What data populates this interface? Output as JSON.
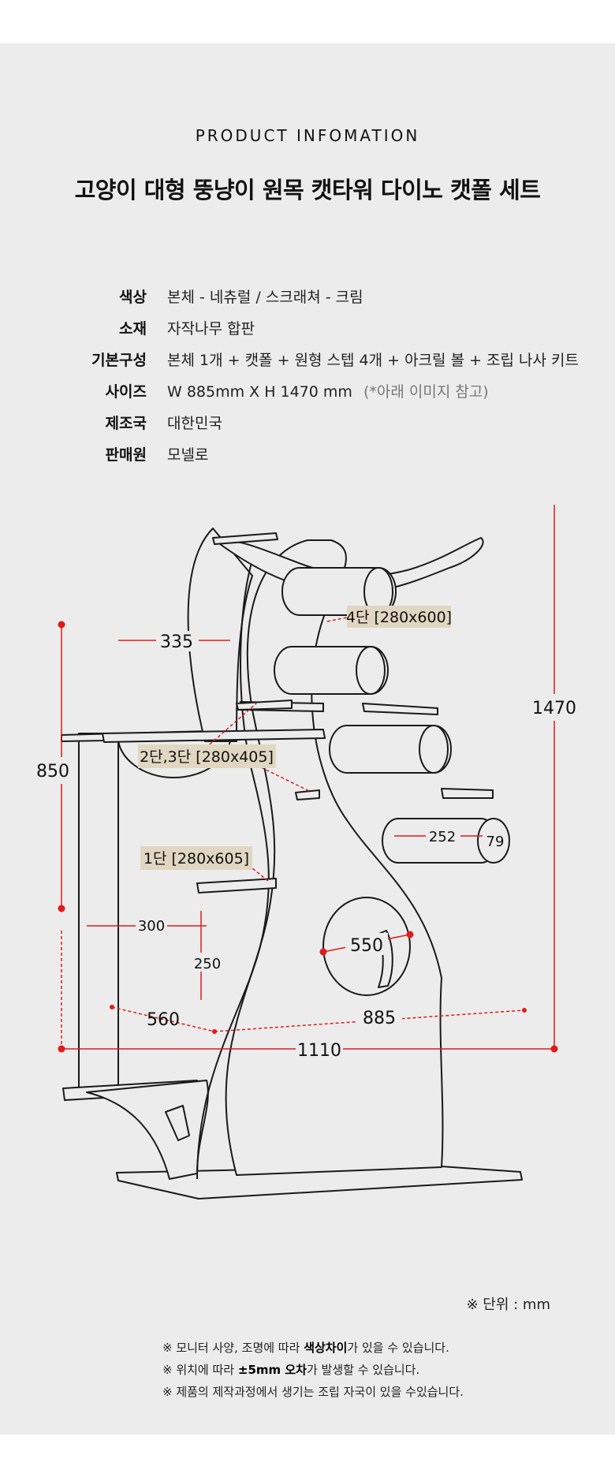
{
  "header": {
    "eyebrow": "PRODUCT INFOMATION",
    "title": "고양이 대형 뚱냥이 원목 캣타워 다이노 캣폴 세트"
  },
  "specs": [
    {
      "label": "색상",
      "value": "본체 -  네츄럴 / 스크래쳐 - 크림",
      "note": ""
    },
    {
      "label": "소재",
      "value": "자작나무 합판",
      "note": ""
    },
    {
      "label": "기본구성",
      "value": "본체 1개 + 캣폴 + 원형 스텝 4개 + 아크릴 볼 + 조립 나사 키트",
      "note": ""
    },
    {
      "label": "사이즈",
      "value": "W 885mm X H 1470 mm",
      "note": "(*아래 이미지 참고)"
    },
    {
      "label": "제조국",
      "value": "대한민국",
      "note": ""
    },
    {
      "label": "판매원",
      "value": "모넬로",
      "note": ""
    }
  ],
  "diagram": {
    "dim_height_total": "1470",
    "dim_height_left": "850",
    "dim_width_total": "1110",
    "dim_depth": "560",
    "dim_width_base": "885",
    "dim_shelf": "335",
    "dim_tube_len": "252",
    "dim_tube_dia": "79",
    "dim_hole": "550",
    "dim_step_w": "300",
    "dim_step_h": "250",
    "tag_4": "4단 [280x600]",
    "tag_23": "2단,3단  [280x405]",
    "tag_1": "1단 [280x605]"
  },
  "unit_label": "※ 단위 : mm",
  "notes": [
    {
      "pre": "※ 모니터 사양, 조명에 따라 ",
      "bold": "색상차이",
      "post": "가 있을 수 있습니다."
    },
    {
      "pre": "※ 위치에 따라 ",
      "bold": "±5mm 오차",
      "post": "가 발생할 수 있습니다."
    },
    {
      "pre": "※ 제품의 제작과정에서 생기는 조립 자국이 있을 수있습니다.",
      "bold": "",
      "post": ""
    }
  ],
  "colors": {
    "panel_bg": "#ececec",
    "dim_red": "#e01b1b",
    "tag_bg": "#e1d6c2"
  }
}
